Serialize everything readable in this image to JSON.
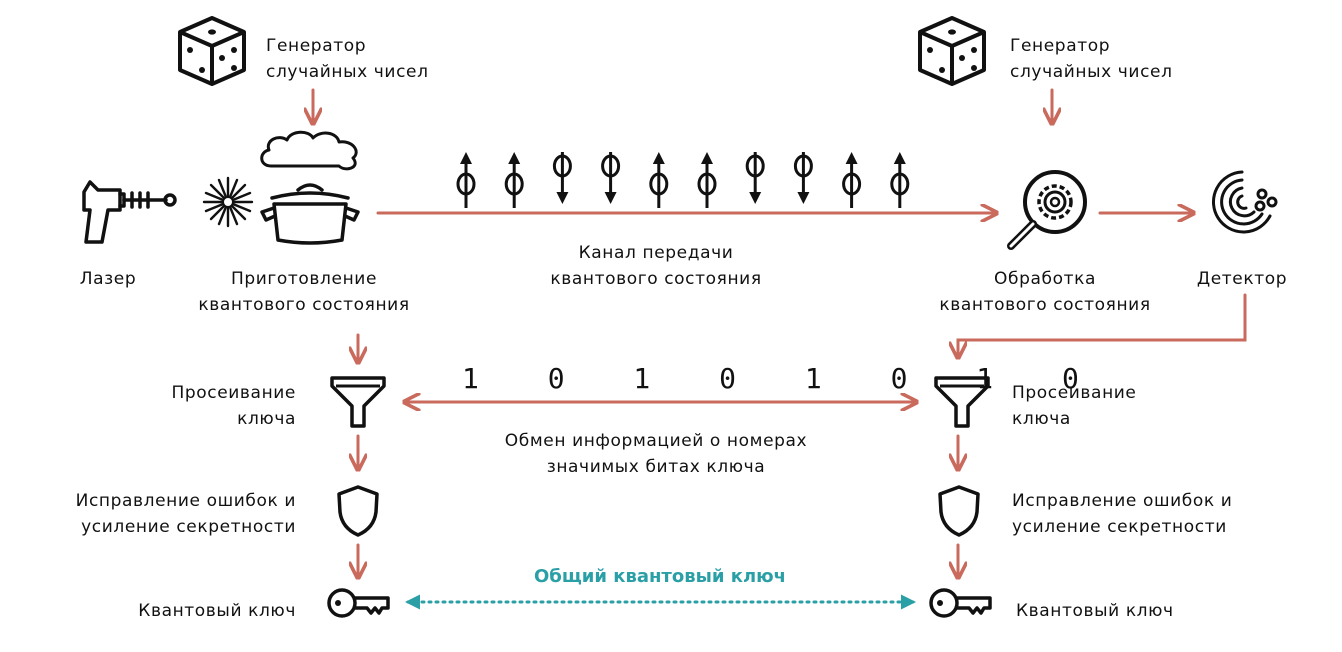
{
  "left": {
    "rng_label_1": "Генератор",
    "rng_label_2": "случайных чисел",
    "laser_label": "Лазер",
    "prep_label_1": "Приготовление",
    "prep_label_2": "квантового состояния",
    "sift_label_1": "Просеивание",
    "sift_label_2": "ключа",
    "ec_label_1": "Исправление ошибок и",
    "ec_label_2": "усиление секретности",
    "key_label": "Квантовый ключ"
  },
  "right": {
    "rng_label_1": "Генератор",
    "rng_label_2": "случайных чисел",
    "proc_label_1": "Обработка",
    "proc_label_2": "квантового состояния",
    "detector_label": "Детектор",
    "sift_label_1": "Просеивание",
    "sift_label_2": "ключа",
    "ec_label_1": "Исправление ошибок и",
    "ec_label_2": "усиление секретности",
    "key_label": "Квантовый ключ"
  },
  "channel": {
    "label_1": "Канал передачи",
    "label_2": "квантового состояния",
    "photons": [
      "up",
      "up",
      "down",
      "down",
      "up",
      "up",
      "down",
      "down",
      "up",
      "up"
    ]
  },
  "exchange": {
    "bits": "1 0 1 0 1 0 1 0",
    "label_1": "Обмен информацией о номерах",
    "label_2": "значимых битах ключа"
  },
  "shared_key_label": "Общий квантовый ключ",
  "colors": {
    "arrow": "#c96a5c",
    "shared": "#2aa0a6",
    "ink": "#111111"
  }
}
